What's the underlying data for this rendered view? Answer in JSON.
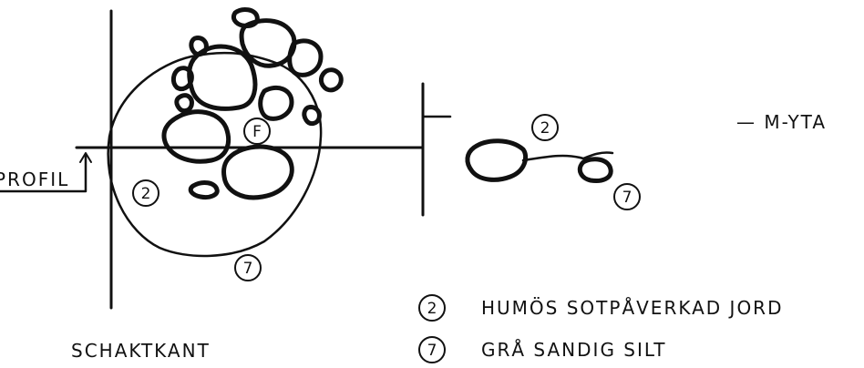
{
  "labels": {
    "profil": "PROFIL",
    "schaktkant": "SCHAKTKANT",
    "m_yta": "— M-YTA"
  },
  "markers": {
    "fill": "F",
    "layer_2": "2",
    "layer_7": "7"
  },
  "legend": [
    {
      "number": "2",
      "text": "HUMÖS SOTPÅVERKAD JORD"
    },
    {
      "number": "7",
      "text": "GRÅ SANDIG SILT"
    }
  ],
  "colors": {
    "ink": "#111111",
    "background": "#ffffff"
  }
}
